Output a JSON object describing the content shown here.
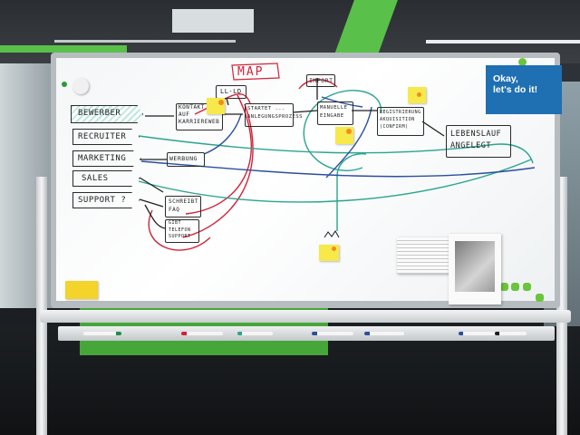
{
  "colors": {
    "ink_black": "#1f1f1f",
    "ink_red": "#d0243a",
    "ink_teal": "#2aa58e",
    "ink_blue": "#2b4fa0",
    "sticky_yellow": "#f7e94a",
    "poster_blue": "#1f6fb3",
    "magnet_green": "#6ac43c"
  },
  "board": {
    "title": "MAP",
    "roles": [
      "BEWERBER",
      "RECRUITER",
      "MARKETING",
      "SALES",
      "SUPPORT ?"
    ],
    "boxes": {
      "kontakt": "KONTAKT\nAUF\nKARRIEREWEB",
      "werbung": "WERBUNG",
      "ll_ld": "LL-LD",
      "import": "IMPORT",
      "started": "STARTET ...\nANLEGUNGSPROZESS",
      "manuelle": "MANUELLE\nEINGABE",
      "registrierung": "REGISTRIERUNG\nAKQUISITION\n(CONFIRM)",
      "lebenslauf": "LEBENSLAUF\nANGELEGT",
      "schreibt": "SCHREIBT\nFAQ",
      "gibt": "GIBT\nTELEFON\nSUPPORT"
    }
  },
  "poster": {
    "text": "Okay,\nlet's do it!"
  }
}
